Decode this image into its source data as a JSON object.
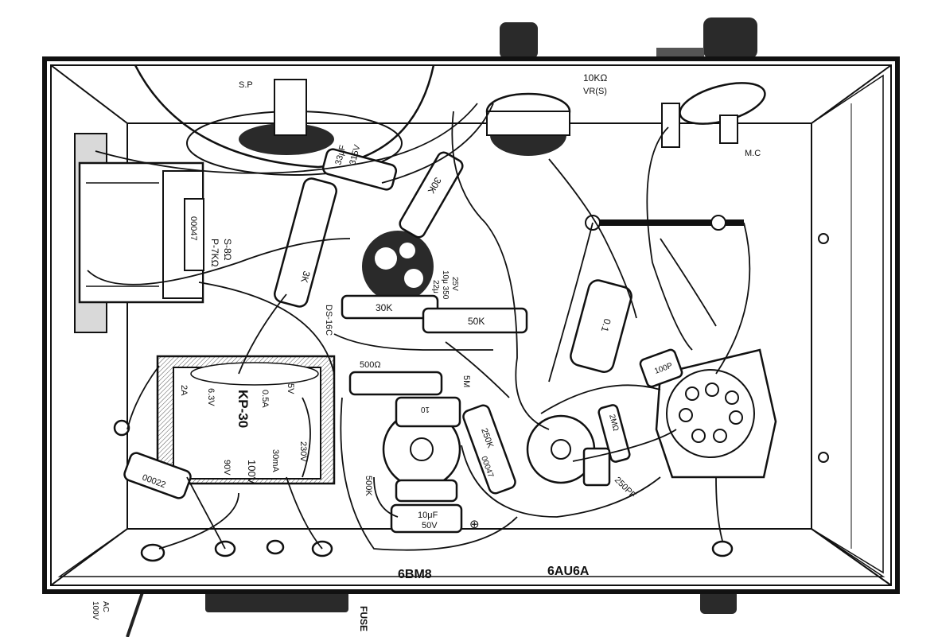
{
  "labels": {
    "sp": "S.P",
    "vr_value": "10KΩ",
    "vr_name": "VR(S)",
    "mc": "M.C",
    "xf_primary": "P-7KΩ",
    "xf_secondary": "S-8Ω",
    "cap_00047_a": "00047",
    "cap_33uf": "33μF",
    "cap_315v": "315V",
    "res_3k": "3K",
    "res_30k_top": "30K",
    "cap_22uf": "22μ",
    "cap_10uf_350": "10μ 350",
    "cap_25v": "25V",
    "res_30k_mid": "30K",
    "res_50k": "50K",
    "diode": "DS-16C",
    "cap_01": "0.1",
    "res_500": "500Ω",
    "res_5m": "5M",
    "res_10": "10",
    "pt_name": "KP-30",
    "pt_2a": "2A",
    "pt_63v": "6.3V",
    "pt_05a": "0.5A",
    "pt_5v": "5V",
    "pt_230v": "230V",
    "pt_30ma": "30mA",
    "pt_100v": "100V",
    "pt_90v": "90V",
    "cap_00022": "00022",
    "res_250k": "250K",
    "cap_00047_b": "00047",
    "res_500k": "500K",
    "cap_10uf": "10μF",
    "cap_50v": "50V",
    "res_2m": "2MΩ",
    "cap_100p": "100P",
    "cap_250p": "250PF",
    "tube_6bm8": "6BM8",
    "tube_6au6a": "6AU6A",
    "fuse": "FUSE",
    "ac": "AC",
    "ac_v": "100V",
    "plus": "⊕"
  },
  "colors": {
    "ink": "#111111",
    "paper": "#ffffff",
    "shade": "#d9d9d9",
    "dark": "#2a2a2a"
  }
}
